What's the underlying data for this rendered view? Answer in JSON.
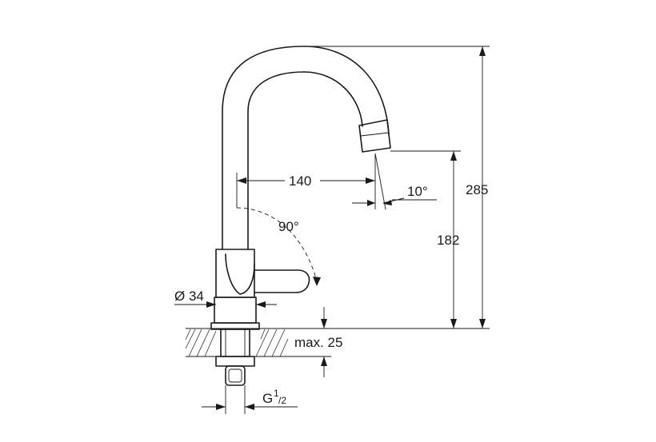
{
  "dimensions": {
    "height_total": "285",
    "spout_height": "182",
    "spout_reach": "140",
    "spout_angle": "10°",
    "swivel_angle": "90°",
    "body_diameter": "Ø 34",
    "max_thickness": "max. 25",
    "thread_main": "G",
    "thread_sup": "1",
    "thread_sub": "/2"
  }
}
